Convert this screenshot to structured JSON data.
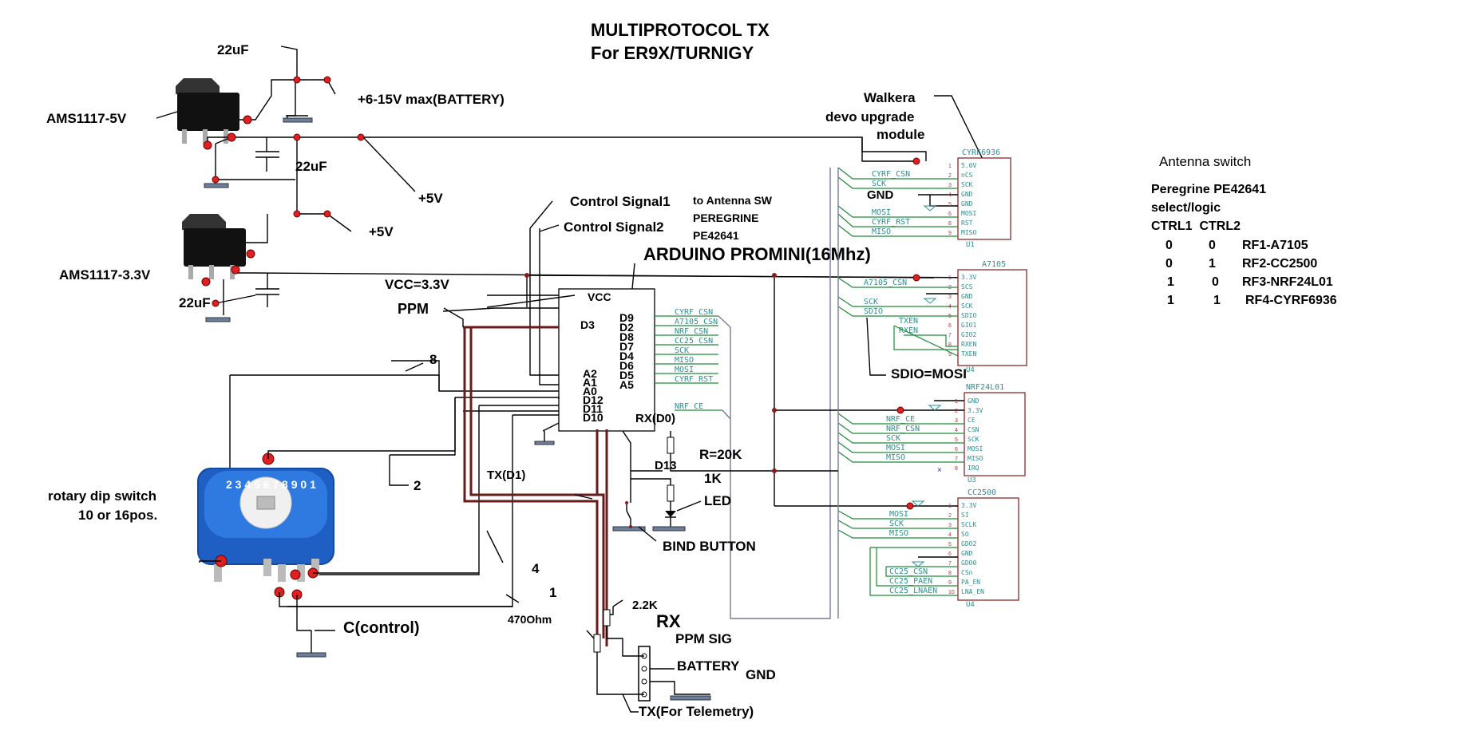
{
  "title": {
    "line1": "MULTIPROTOCOL TX",
    "line2": "For ER9X/TURNIGY"
  },
  "regulators": {
    "reg5": "AMS1117-5V",
    "reg33": "AMS1117-3.3V",
    "cap_top": "22uF",
    "cap_mid": "22uF",
    "cap_bot": "22uF",
    "battery": "+6-15V max(BATTERY)",
    "v5_a": "+5V",
    "v5_b": "+5V",
    "vcc": "VCC=3.3V"
  },
  "arduino": {
    "title": "ARDUINO PROMINI(16Mhz)",
    "vcc": "VCC",
    "pins_left": [
      "D3",
      "A2",
      "A1",
      "A0",
      "D12",
      "D11",
      "D10"
    ],
    "pins_right": [
      "D9",
      "D2",
      "D8",
      "D7",
      "D4",
      "D6",
      "D5",
      "A5"
    ],
    "rx": "RX(D0)",
    "tx": "TX(D1)",
    "d13": "D13"
  },
  "signals": {
    "ppm": "PPM",
    "ctrl1": "Control Signal1",
    "ctrl2": "Control Signal2",
    "to_ant_1": "to Antenna SW",
    "to_ant_2": "PEREGRINE",
    "to_ant_3": "PE42641",
    "net_labels": [
      "CYRF_CSN",
      "A7105_CSN",
      "NRF_CSN",
      "CC25_CSN",
      "SCK",
      "MISO",
      "MOSI",
      "CYRF_RST"
    ],
    "nrf_ce": "NRF_CE"
  },
  "components": {
    "r20k": "R=20K",
    "r1k": "1K",
    "led": "LED",
    "bind": "BIND BUTTON",
    "r22k": "2.2K",
    "r470": "470Ohm",
    "rx": "RX",
    "ppm_sig": "PPM SIG",
    "battery": "BATTERY",
    "gnd": "GND",
    "tx_tel": "TX(For Telemetry)"
  },
  "rotary": {
    "label1": "rotary dip switch",
    "label2": "10 or 16pos.",
    "n8": "8",
    "n2": "2",
    "n4": "4",
    "n1": "1",
    "control": "C(control)",
    "digits": "2 3 4 5 6 7 8 9 0 1"
  },
  "modules": {
    "walkera1": "Walkera",
    "walkera2": "devo upgrade",
    "walkera3": "module",
    "gnd": "GND",
    "sdio": "SDIO=MOSI",
    "cyrf": {
      "name": "CYRF6936",
      "ref": "U1",
      "pins": [
        "5.0V",
        "nCS",
        "SCK",
        "GND",
        "GND",
        "MOSI",
        "RST",
        "MISO"
      ],
      "nets": [
        "CYRF_CSN",
        "SCK",
        "MOSI",
        "CYRF_RST",
        "MISO"
      ]
    },
    "a7105": {
      "name": "A7105",
      "ref": "U4",
      "pins": [
        "3.3V",
        "SCS",
        "GND",
        "SCK",
        "SDIO",
        "GIO1",
        "GIO2",
        "RXEN",
        "TXEN"
      ],
      "nets": [
        "A7105_CSN",
        "SCK",
        "SDIO",
        "TXEN",
        "RXEN"
      ]
    },
    "nrf": {
      "name": "NRF24L01",
      "ref": "U3",
      "pins": [
        "GND",
        "3.3V",
        "CE",
        "CSN",
        "SCK",
        "MOSI",
        "MISO",
        "IRQ"
      ],
      "nets": [
        "NRF_CE",
        "NRF_CSN",
        "SCK",
        "MOSI",
        "MISO"
      ]
    },
    "cc2500": {
      "name": "CC2500",
      "ref": "U4",
      "pins": [
        "3.3V",
        "SI",
        "SCLK",
        "SO",
        "GDO2",
        "GND",
        "GDO0",
        "CSn",
        "PA_EN",
        "LNA_EN"
      ],
      "nets": [
        "MOSI",
        "SCK",
        "MISO",
        "CC25_CSN",
        "CC25_PAEN",
        "CC25_LNAEN"
      ]
    }
  },
  "antenna": {
    "title": "Antenna switch",
    "line1": "Peregrine PE42641",
    "line2": "select/logic",
    "header": "CTRL1  CTRL2",
    "rows": [
      {
        "c1": "0",
        "c2": "0",
        "rf": "RF1-A7105"
      },
      {
        "c1": "0",
        "c2": "1",
        "rf": "RF2-CC2500"
      },
      {
        "c1": "1",
        "c2": "0",
        "rf": "RF3-NRF24L01"
      },
      {
        "c1": "1",
        "c2": "1",
        "rf": "RF4-CYRF6936"
      }
    ]
  }
}
